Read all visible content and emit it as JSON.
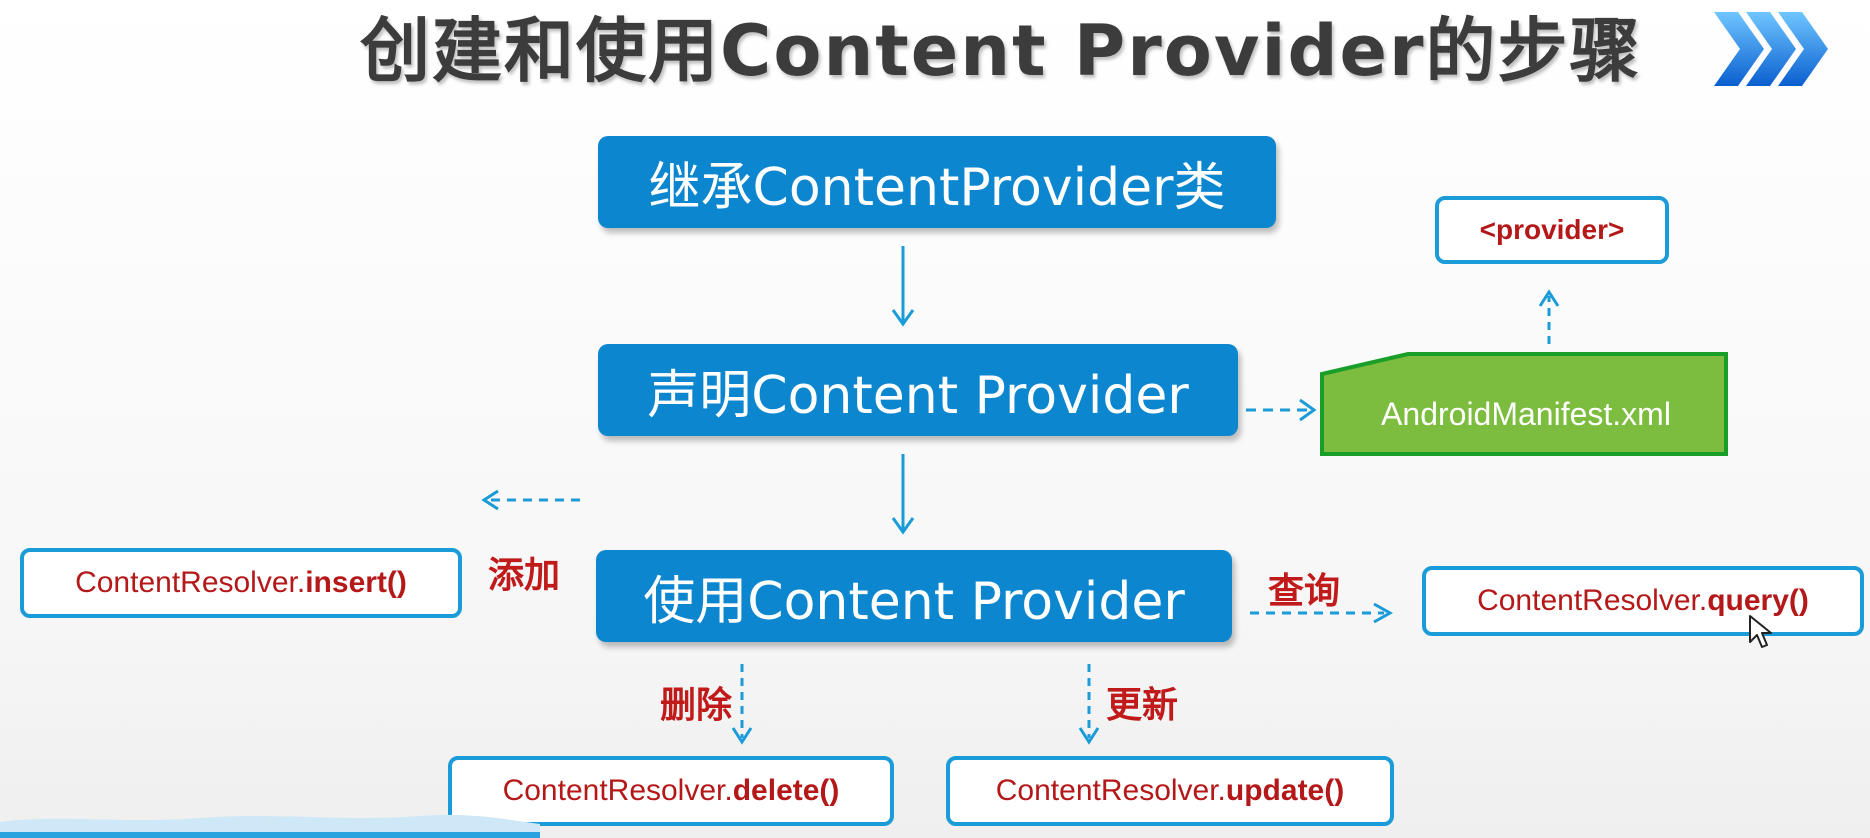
{
  "title": "创建和使用Content Provider的步骤",
  "steps": {
    "inherit": "继承ContentProvider类",
    "declare": "声明Content Provider",
    "use": "使用Content Provider"
  },
  "manifest": {
    "file": "AndroidManifest.xml",
    "tag": "<provider>"
  },
  "operations": {
    "insert": {
      "label": "添加",
      "prefix": "ContentResolver.",
      "method": "insert()"
    },
    "query": {
      "label": "查询",
      "prefix": "ContentResolver.",
      "method": "query()"
    },
    "delete": {
      "label": "删除",
      "prefix": "ContentResolver.",
      "method": "delete()"
    },
    "update": {
      "label": "更新",
      "prefix": "ContentResolver.",
      "method": "update()"
    }
  },
  "colors": {
    "step_box": "#0c86cf",
    "code_border": "#1b9bd8",
    "code_text": "#b41818",
    "manifest_fill": "#7cbc3e",
    "manifest_border": "#1a9e2a"
  }
}
